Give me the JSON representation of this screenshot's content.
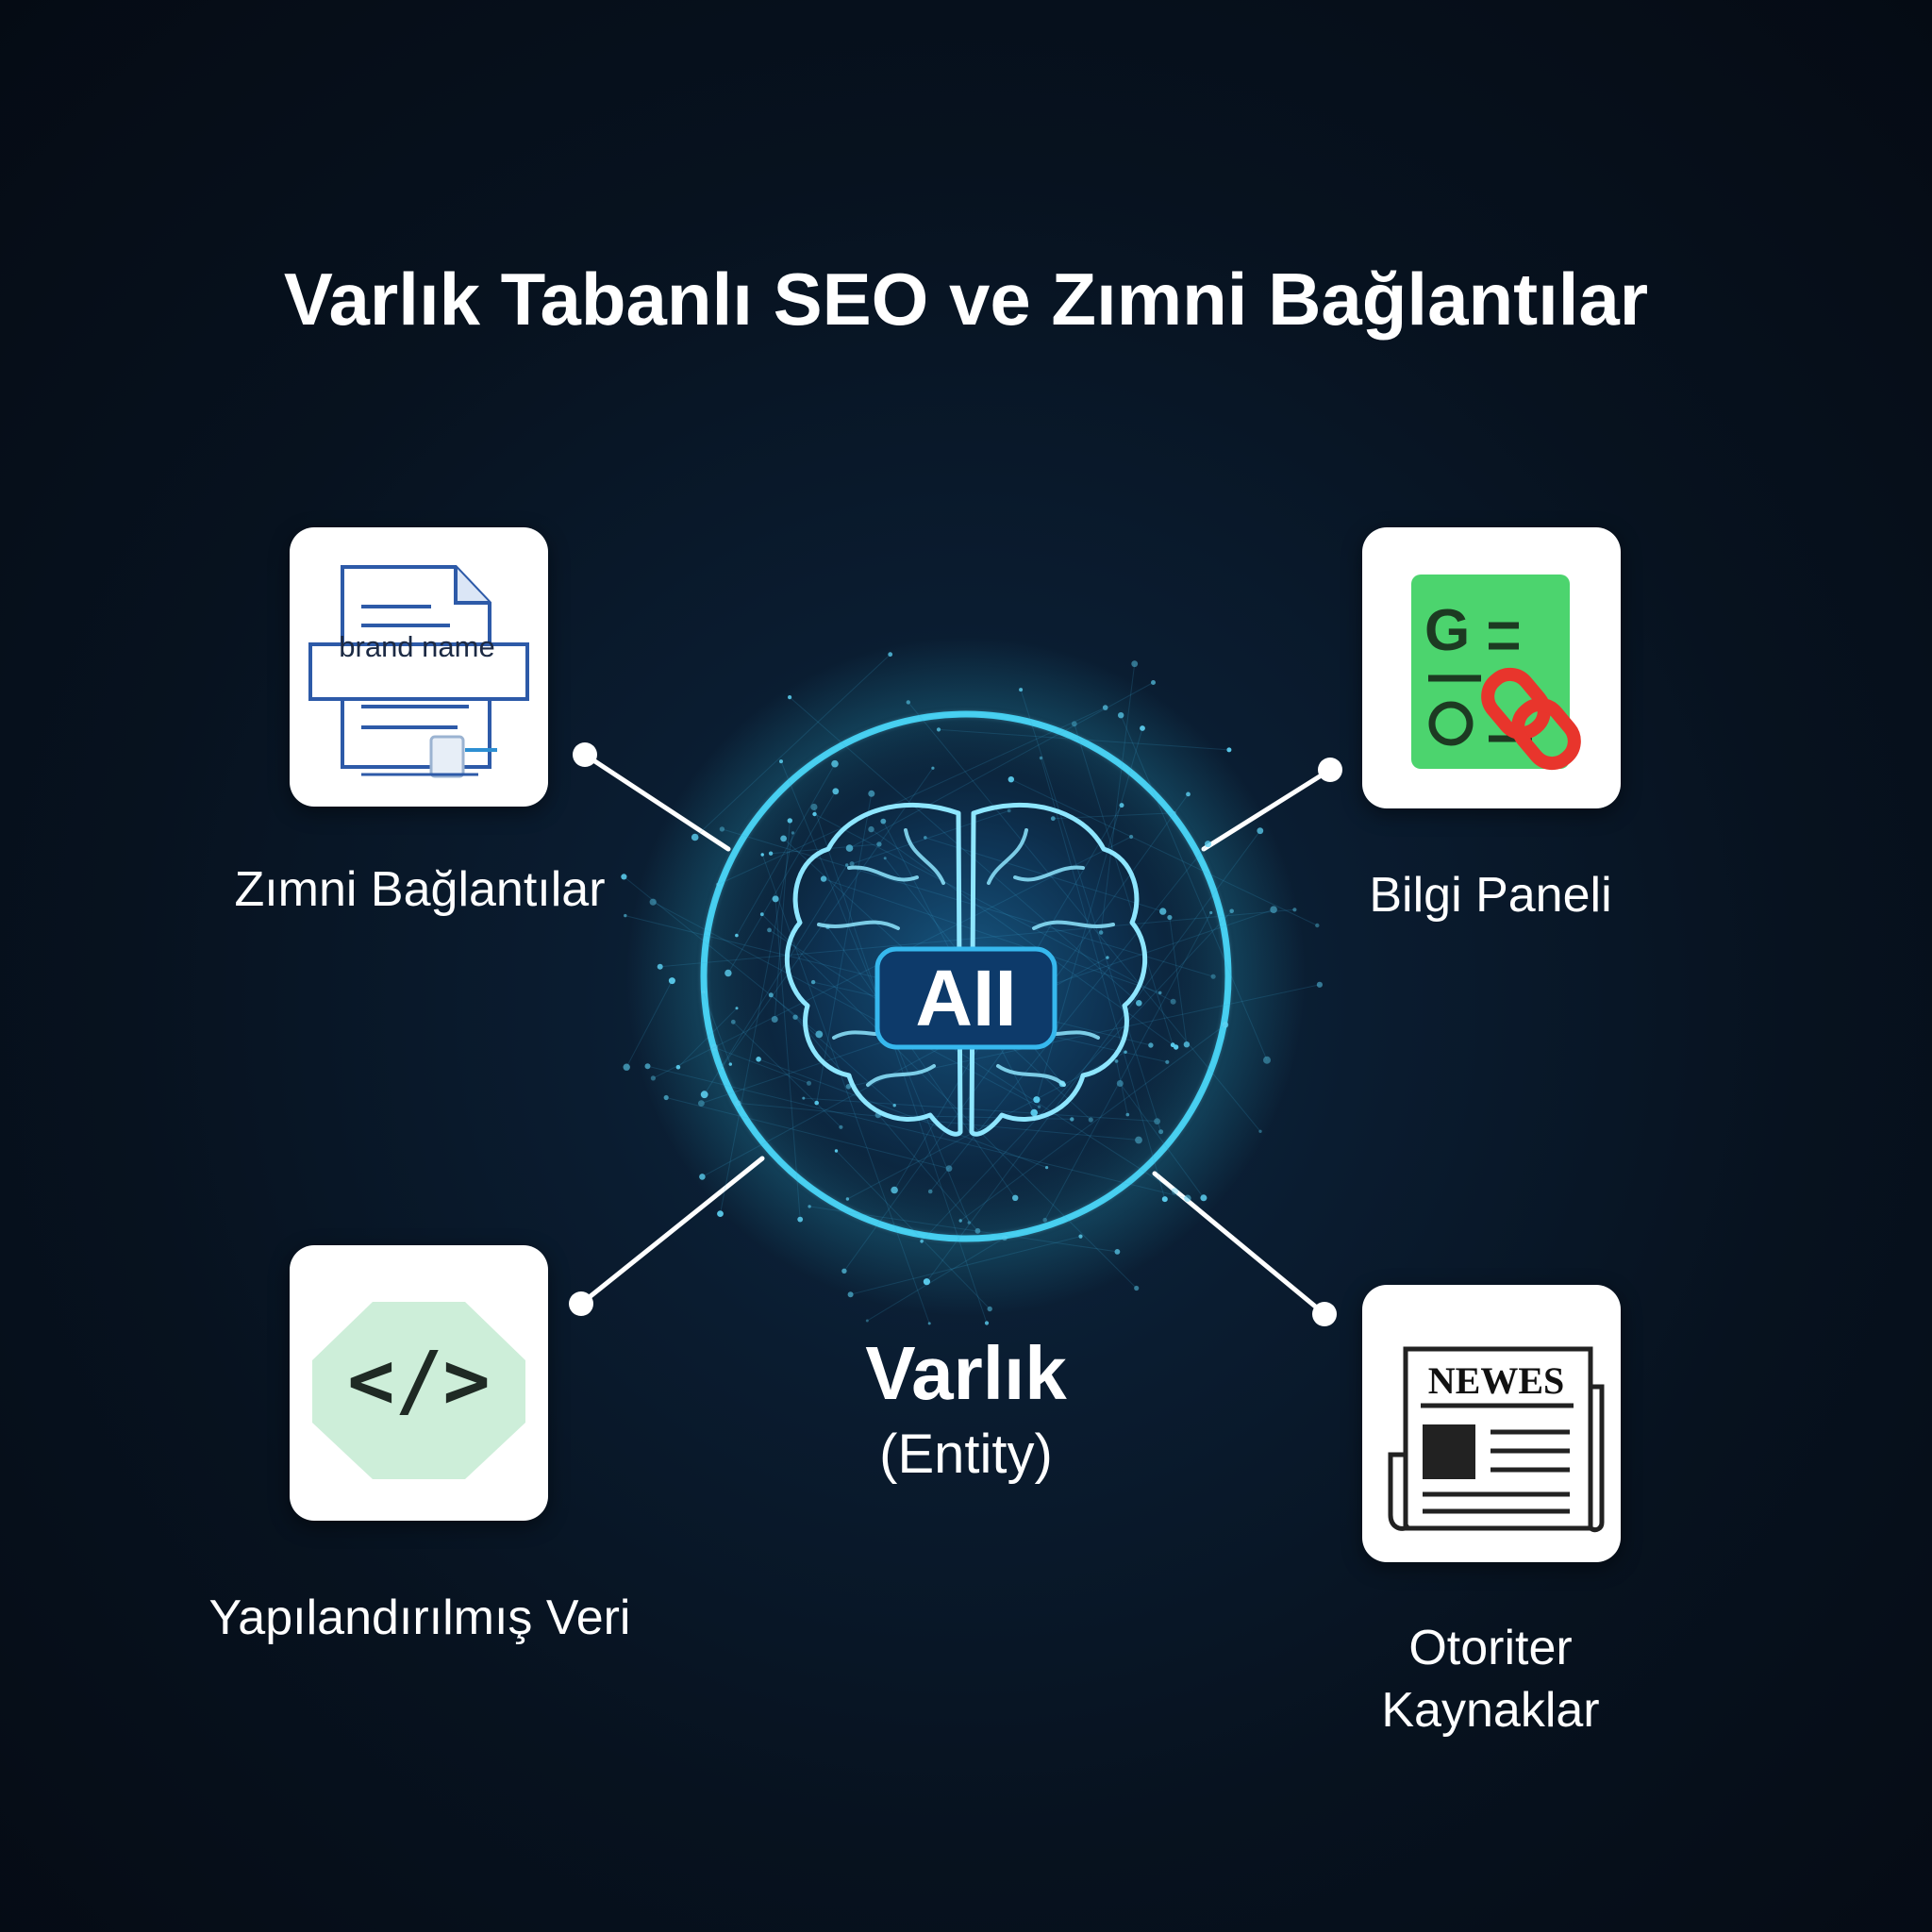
{
  "title": "Varlık Tabanlı SEO ve Zımni Bağlantılar",
  "center": {
    "badge": "AII",
    "title": "Varlık",
    "subtitle": "(Entity)",
    "icon": "brain-icon"
  },
  "nodes": [
    {
      "id": "implicit-links",
      "label": "Zımni Bağlantılar",
      "icon": "document-icon",
      "icon_text": "brand name"
    },
    {
      "id": "knowledge-panel",
      "label": "Bilgi Paneli",
      "icon": "knowledge-panel-icon",
      "icon_text": "G"
    },
    {
      "id": "structured-data",
      "label": "Yapılandırılmış Veri",
      "icon": "code-icon",
      "icon_text": "</>"
    },
    {
      "id": "authoritative-sources",
      "label_line1": "Otoriter",
      "label_line2": "Kaynaklar",
      "icon": "newspaper-icon",
      "icon_text": "NEWES"
    }
  ],
  "colors": {
    "background": "#07121f",
    "glow": "#2fc6e8",
    "connector": "#ffffff",
    "knowledge_green": "#4cd46e",
    "link_red": "#e8352c",
    "code_green": "#cdeed9",
    "doc_blue": "#2d5aa8"
  }
}
